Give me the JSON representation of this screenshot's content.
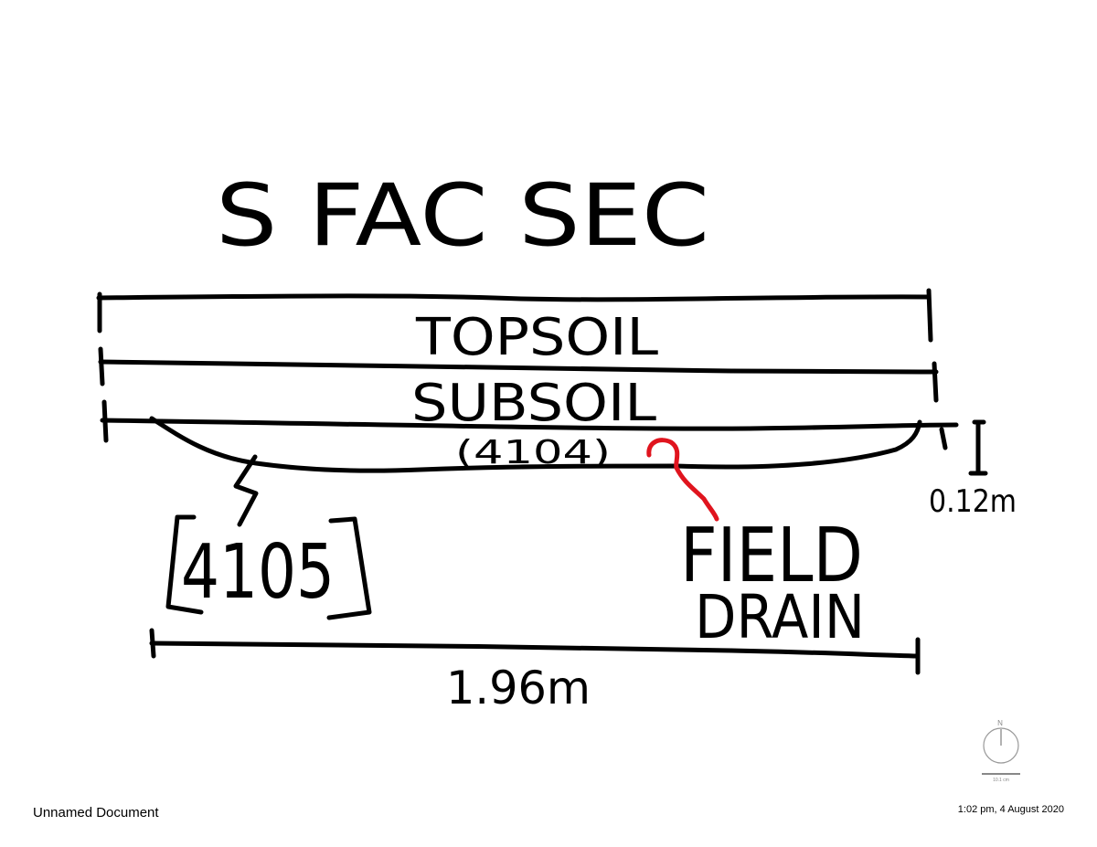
{
  "document": {
    "name": "Unnamed Document",
    "timestamp": "1:02 pm, 4 August 2020"
  },
  "drawing": {
    "title": "S FAC SEC",
    "layers": {
      "topsoil": "TOPSOIL",
      "subsoil": "SUBSOIL",
      "context_fill": "(4104)",
      "context_cut": "[4105]"
    },
    "annotations": {
      "field_drain": [
        "FIELD",
        "DRAIN"
      ],
      "depth": "0.12m",
      "width": "1.96m"
    },
    "colors": {
      "ink": "#000000",
      "annotation": "#e0141e"
    }
  },
  "compass": {
    "north_label": "N",
    "scale_label": "10.1 cm"
  }
}
